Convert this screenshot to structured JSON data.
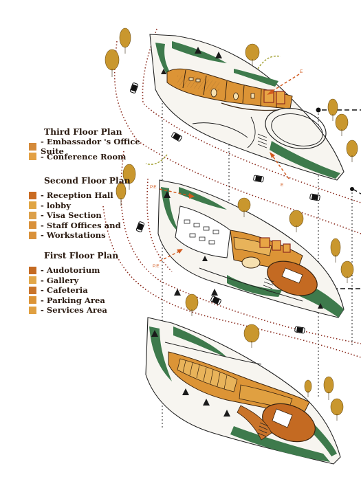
{
  "legend": {
    "third": {
      "title": "Third Floor Plan",
      "items": [
        {
          "label": "- Embassador 's Office Suite",
          "color": "#d48a3a"
        },
        {
          "label": "- Conference Room",
          "color": "#e3a043"
        }
      ]
    },
    "second": {
      "title": "Second Floor Plan",
      "items": [
        {
          "label": "- Reception Hall",
          "color": "#c96b22"
        },
        {
          "label": "- lobby",
          "color": "#e0a544"
        },
        {
          "label": "- Visa Section",
          "color": "#dca04a"
        },
        {
          "label": "- Staff Offices and",
          "color": "#d9913a"
        },
        {
          "label": "- Workstations",
          "color": "#d9913a"
        }
      ]
    },
    "first": {
      "title": "First Floor Plan",
      "items": [
        {
          "label": "- Audotorium",
          "color": "#c46a22"
        },
        {
          "label": "- Gallery",
          "color": "#e2a749"
        },
        {
          "label": "- Cafeteria",
          "color": "#c9742a"
        },
        {
          "label": "- Parking Area",
          "color": "#dc9436"
        },
        {
          "label": "- Services Area",
          "color": "#e0a041"
        }
      ]
    }
  },
  "annotations": {
    "e_upper": "E",
    "e_mid": "E",
    "pe_upper": "P.E",
    "pe_lower": "P.E"
  },
  "colors": {
    "landscape_green": "#3e7a4c",
    "orange_main": "#dc9436",
    "orange_dark": "#c46a22",
    "orange_light": "#e8b35a",
    "path_red": "#8b2b1e",
    "tree_ochre": "#c9972e"
  }
}
